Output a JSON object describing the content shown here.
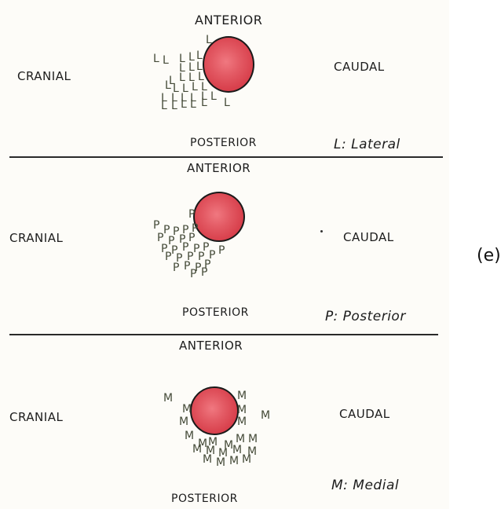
{
  "panel_tag": "(e)",
  "colors": {
    "circle_fill": "#d8404c",
    "letter_marks": "#444a38",
    "ink": "#1c1c1c"
  },
  "panels": [
    {
      "anterior": "ANTERIOR",
      "posterior": "POSTERIOR",
      "cranial": "CRANIAL",
      "caudal": "CAUDAL",
      "legend": "L: Lateral",
      "mark_letter": "L"
    },
    {
      "anterior": "ANTERIOR",
      "posterior": "POSTERIOR",
      "cranial": "CRANIAL",
      "caudal": "CAUDAL",
      "legend": "P: Posterior",
      "mark_letter": "P"
    },
    {
      "anterior": "ANTERIOR",
      "posterior": "POSTERIOR",
      "cranial": "CRANIAL",
      "caudal": "CAUDAL",
      "legend": "M: Medial",
      "mark_letter": "M"
    }
  ]
}
